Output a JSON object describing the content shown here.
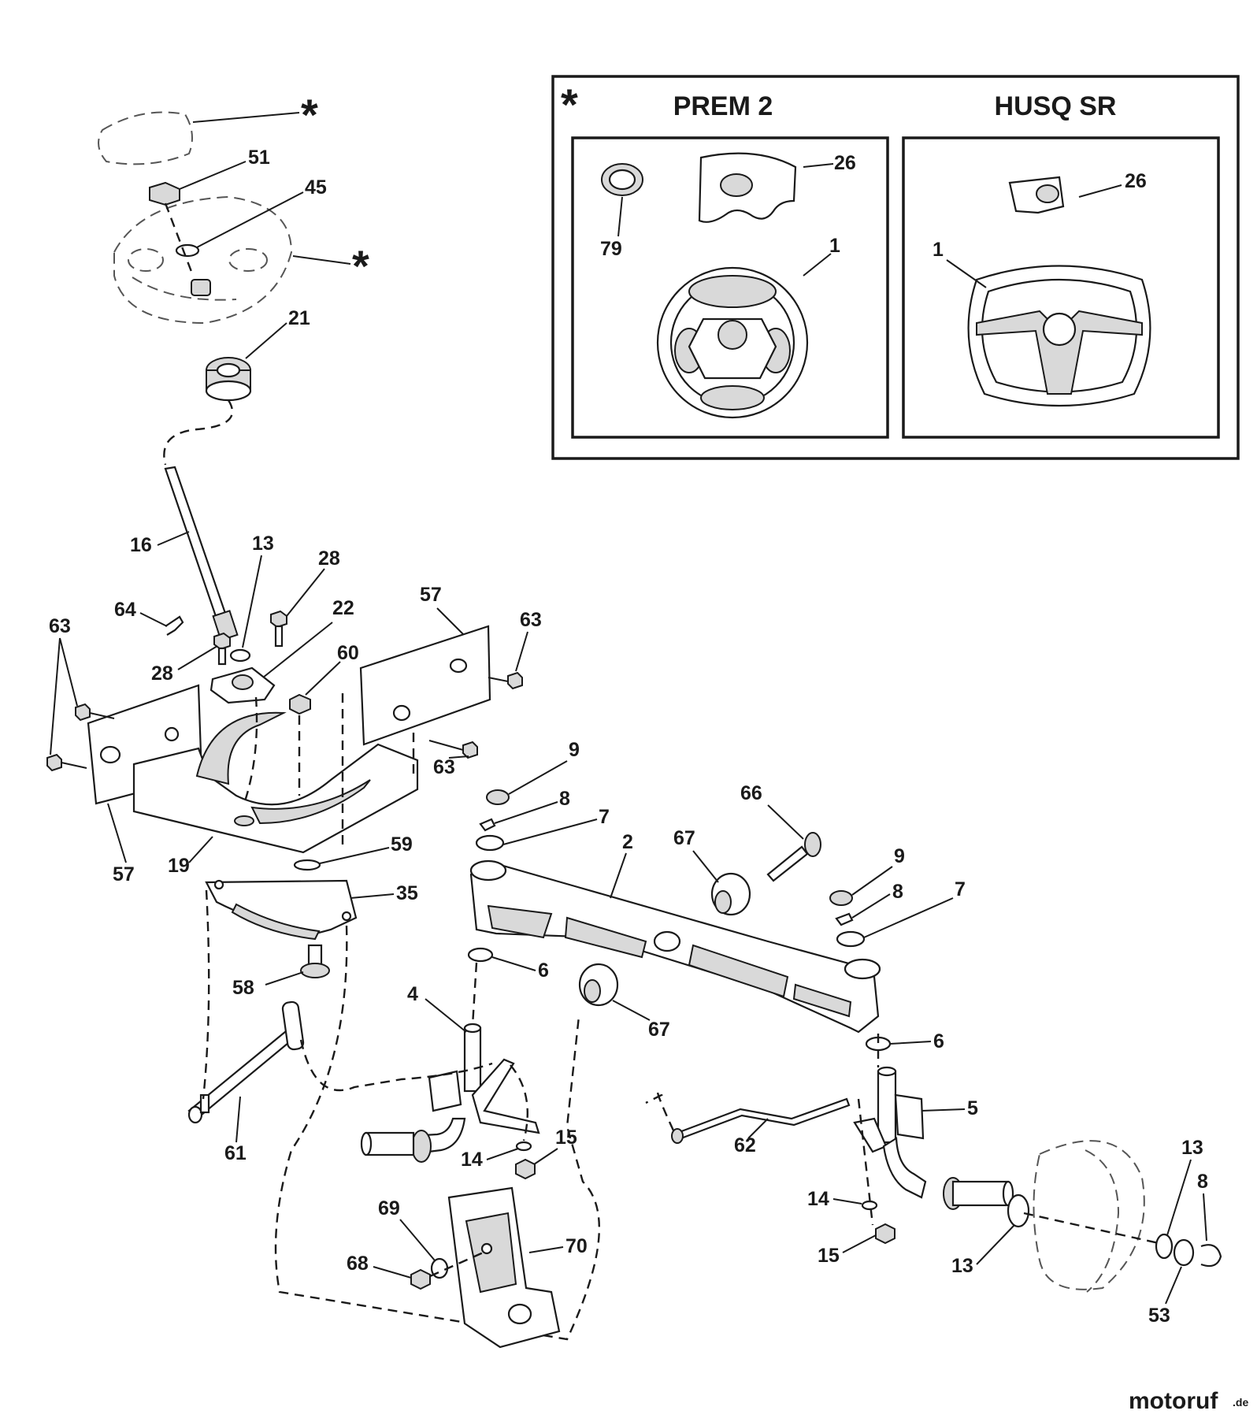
{
  "inset": {
    "marker": "*",
    "panels": [
      {
        "title": "PREM 2"
      },
      {
        "title": "HUSQ SR"
      }
    ]
  },
  "callouts": {
    "star": "*",
    "p1": "1",
    "p2": "2",
    "p4": "4",
    "p5": "5",
    "p6": "6",
    "p7": "7",
    "p8": "8",
    "p9": "9",
    "p13": "13",
    "p14": "14",
    "p15": "15",
    "p16": "16",
    "p19": "19",
    "p21": "21",
    "p22": "22",
    "p26": "26",
    "p28": "28",
    "p35": "35",
    "p45": "45",
    "p51": "51",
    "p53": "53",
    "p57": "57",
    "p58": "58",
    "p59": "59",
    "p60": "60",
    "p61": "61",
    "p62": "62",
    "p63": "63",
    "p64": "64",
    "p66": "66",
    "p67": "67",
    "p68": "68",
    "p69": "69",
    "p70": "70",
    "p79": "79"
  },
  "watermark": {
    "brand": "motoruf",
    "tld": ".de"
  }
}
